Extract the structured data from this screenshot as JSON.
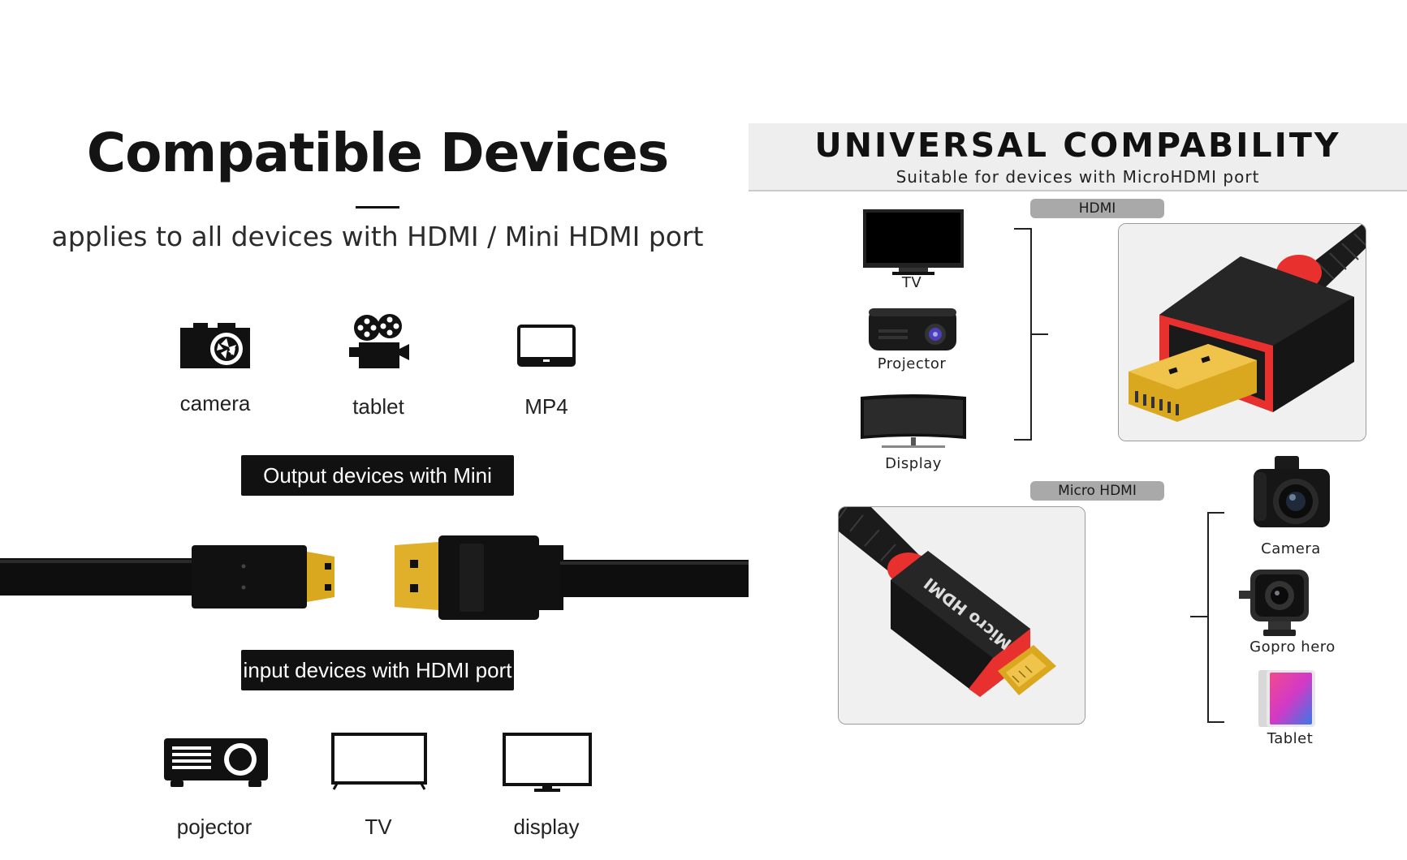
{
  "left": {
    "title": "Compatible Devices",
    "subtitle": "applies to all devices with HDMI / Mini HDMI port",
    "output_devices": [
      {
        "label": "camera",
        "icon": "camera-icon"
      },
      {
        "label": "tablet",
        "icon": "film-projector-icon"
      },
      {
        "label": "MP4",
        "icon": "tablet-icon"
      }
    ],
    "output_banner": "Output devices with Mini HDMI",
    "input_banner": "input devices with HDMI port",
    "input_devices": [
      {
        "label": "pojector",
        "icon": "projector-icon"
      },
      {
        "label": "TV",
        "icon": "tv-icon"
      },
      {
        "label": "display",
        "icon": "monitor-icon"
      }
    ]
  },
  "right": {
    "title": "UNIVERSAL COMPABILITY",
    "subtitle": "Suitable for devices with MicroHDMI port",
    "hdmi_pill": "HDMI",
    "micro_pill": "Micro HDMI",
    "connector_print": "Micro HDMI",
    "hdmi_devices": [
      {
        "label": "TV",
        "icon": "tv-photo-icon"
      },
      {
        "label": "Projector",
        "icon": "projector-photo-icon"
      },
      {
        "label": "Display",
        "icon": "curved-display-icon"
      }
    ],
    "micro_devices": [
      {
        "label": "Camera",
        "icon": "dslr-camera-icon"
      },
      {
        "label": "Gopro hero",
        "icon": "action-camera-icon"
      },
      {
        "label": "Tablet",
        "icon": "tablet-photo-icon"
      }
    ]
  },
  "colors": {
    "accent_red": "#e8312f",
    "gold": "#d9a81e",
    "black": "#111111"
  }
}
